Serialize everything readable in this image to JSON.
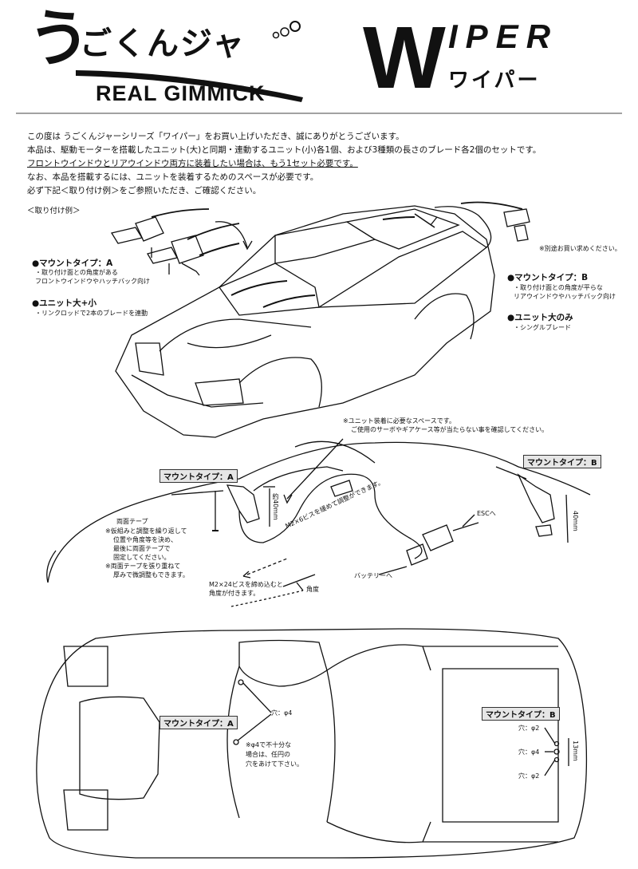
{
  "header": {
    "logo_first": "う",
    "logo_rest": "ごくんジャ",
    "logo_sub": "REAL GIMMICK",
    "wiper_w": "W",
    "wiper_iper": "IPER",
    "wiper_kana": "ワイパー"
  },
  "intro": [
    "この度は うごくんジャーシリーズ「ワイパー」をお買い上げいただき、誠にありがとうございます。",
    "本品は、駆動モーターを搭載したユニット(大)と同期・連動するユニット(小)各1個、および3種類の長さのブレード各2個のセットです。",
    "フロントウインドウとリアウインドウ両方に装着したい場合は、もう1セット必要です。",
    "なお、本品を搭載するには、ユニットを装着するためのスペースが必要です。",
    "必ず下記＜取り付け例＞をご参照いただき、ご確認ください。"
  ],
  "example_heading": "＜取り付け例＞",
  "left_notes": {
    "type_a": "●マウントタイプ：A",
    "type_a_desc1": "・取り付け面との角度がある",
    "type_a_desc2": "フロントウインドウやハッチバック向け",
    "unit_pair": "●ユニット大+小",
    "unit_pair_desc": "・リンクロッドで2本のブレードを連動"
  },
  "right_notes": {
    "separate": "※別途お買い求めください。",
    "type_b": "●マウントタイプ：B",
    "type_b_desc1": "・取り付け面との角度が平らな",
    "type_b_desc2": "リアウインドウやハッチバック向け",
    "unit_large": "●ユニット大のみ",
    "unit_large_desc": "・シングルブレード"
  },
  "detail": {
    "space_note1": "※ユニット装着に必要なスペースです。",
    "space_note2": "ご使用のサーボやギアケース等が当たらない事を確認してください。",
    "tag_a": "マウントタイプ：A",
    "tag_b": "マウントタイプ：B",
    "tape_label": "両面テープ",
    "tape_notes": [
      "※仮組みと調整を繰り返して",
      "位置や角度等を決め、",
      "最後に両面テープで",
      "固定してください。",
      "※両面テープを張り重ねて",
      "厚みで微調整もできます。"
    ],
    "dim_40_a": "約40mm",
    "m2x6": "M2×6ビスを緩めて調整ができます。",
    "esc": "ESCへ",
    "battery": "バッテリーへ",
    "dim_40_b": "40mm",
    "m2x24_1": "M2×24ビスを締め込むと",
    "m2x24_2": "角度が付きます。",
    "angle": "角度"
  },
  "topview": {
    "tag_a": "マウントタイプ：A",
    "hole4": "穴：φ4",
    "hole_note": [
      "※φ4で不十分な",
      "場合は、任円の",
      "穴をあけて下さい。"
    ],
    "tag_b": "マウントタイプ：B",
    "hole_b1": "穴：φ2",
    "hole_b2": "穴：φ4",
    "hole_b3": "穴：φ2",
    "dim_13": "13mm"
  }
}
